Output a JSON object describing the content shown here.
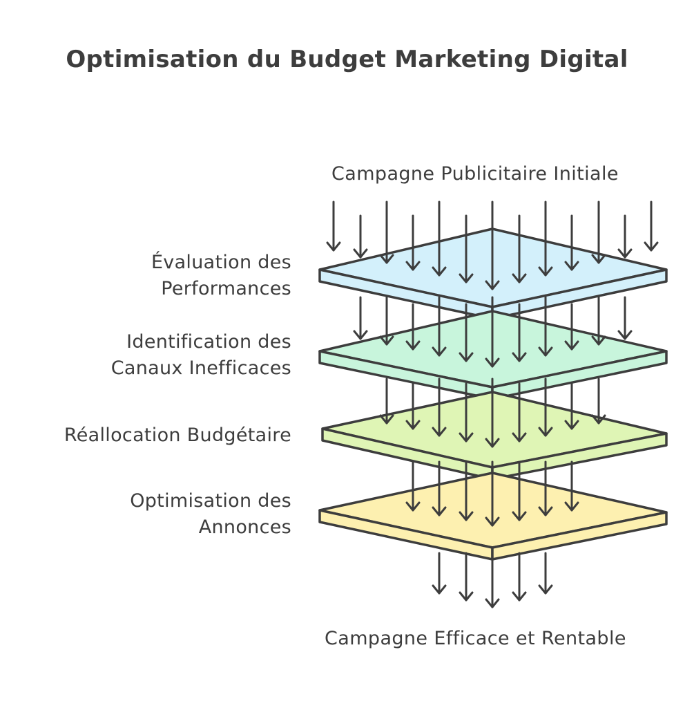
{
  "title": "Optimisation du Budget Marketing Digital",
  "input_label": "Campagne Publicitaire Initiale",
  "output_label": "Campagne Efficace et Rentable",
  "layers": [
    {
      "lines": [
        "Évaluation des",
        "Performances"
      ],
      "color": "#d3f0fb"
    },
    {
      "lines": [
        "Identification des",
        "Canaux Inefficaces"
      ],
      "color": "#c8f5dc"
    },
    {
      "lines": [
        "Réallocation Budgétaire"
      ],
      "color": "#dff5b5"
    },
    {
      "lines": [
        "Optimisation des",
        "Annonces"
      ],
      "color": "#fdf0b0"
    }
  ],
  "stroke_color": "#3d3d3d"
}
